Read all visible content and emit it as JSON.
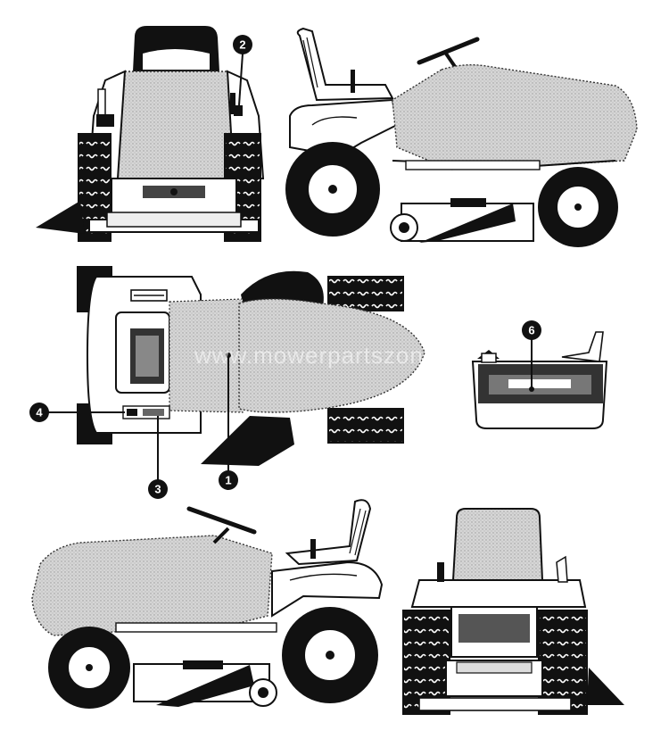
{
  "watermark": "www.mowerpartszone.com",
  "callouts": [
    {
      "id": "callout-2",
      "label": "2"
    },
    {
      "id": "callout-4",
      "label": "4"
    },
    {
      "id": "callout-3",
      "label": "3"
    },
    {
      "id": "callout-1",
      "label": "1"
    },
    {
      "id": "callout-6",
      "label": "6"
    }
  ],
  "colors": {
    "ink": "#111111",
    "decal_fill": "#cfcfcf",
    "paper": "#ffffff"
  }
}
